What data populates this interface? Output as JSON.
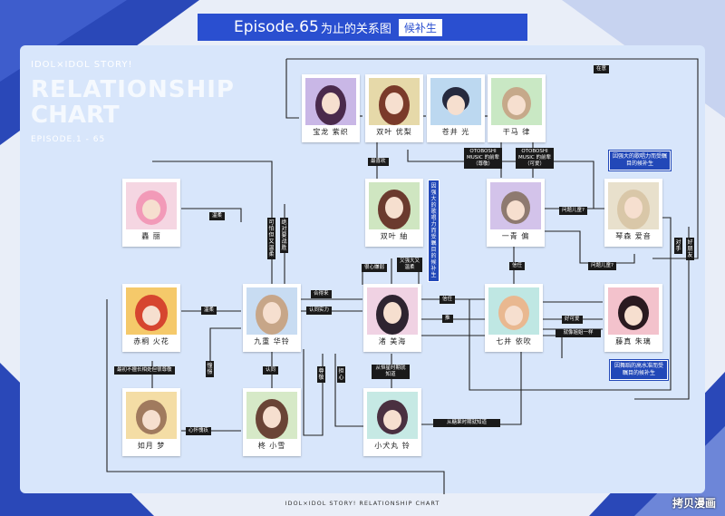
{
  "header": {
    "episode": "Episode.65",
    "suffix": "为止的关系图",
    "tag": "候补生"
  },
  "side_title": {
    "line1": "IDOL×IDOL STORY!",
    "line2": "RELATIONSHIP",
    "line3": "CHART",
    "line4": "EPISODE.1 - 65"
  },
  "characters": {
    "baolong": "宝龙 紫织",
    "shuangye_yuli": "双叶 优梨",
    "canjing": "苍井 光",
    "qianma": "干马 律",
    "shuangye_zhou": "双叶 紬",
    "yiqing": "一青 偏",
    "qinsen": "琴森 爱音",
    "ling": "轟 丽",
    "chitong": "赤桐 火花",
    "jiuzhong": "九重 华铃",
    "zhu": "渚 美海",
    "qijing": "七井 依吹",
    "tengzhen": "藤真 朱璃",
    "ruyue": "如月 梦",
    "wuzhi": "柊 小雪",
    "xiaoquan": "小犬丸 铃"
  },
  "labels": {
    "zaiyi": "在意",
    "zuixihuan": "最喜欢",
    "otoboshi_left": "OTOBOSHI\nMUSIC 的前辈\n（尊敬）",
    "otoboshi_right": "OTOBOSHI\nMUSIC 的前辈\n（可爱）",
    "wenrou1": "温柔",
    "wenrou2": "温柔",
    "kexiang": "可怕但又温柔",
    "juedui": "绝对要战胜",
    "wentiertong1": "问题儿童?",
    "wentiertong2": "问题儿童?",
    "dashou": "对手",
    "haopengyou": "好朋友",
    "hedelai": "合得来",
    "renkeshili": "认同实力",
    "hendanxin": "很心嫌弱",
    "youqiang": "又强大又温柔",
    "xinren1": "信任",
    "xinren2": "信任",
    "tui": "推",
    "keai": "好可爱",
    "jiuxiang": "就像姐姐一样",
    "zuichubu": "最初不擅长相处但很尊敬",
    "chongbai": "憧憬",
    "renke": "认同",
    "zunjing": "尊敬",
    "danxin": "担心",
    "congbaowei": "从恒星时期就知道",
    "congjiaoshi": "从糖果时期就知道",
    "xinhuaidufu": "心怀愧疚"
  },
  "notes": {
    "yinqiangda_qinsen": "因强大的歌唱力而受瞩目的候补生",
    "yinqiangda_zhou": "因强大的歌唱力而受瞩目的候补生",
    "yinwudao_tengzhen": "因舞蹈的高水准而受瞩目的候补生"
  },
  "footer": "IDOL×IDOL STORY! RELATIONSHIP CHART",
  "watermark": "拷贝漫画",
  "colors": {
    "accent_blue": "#2a4fd0",
    "board": "#dce8fb",
    "label_black": "#1a1a1a"
  }
}
